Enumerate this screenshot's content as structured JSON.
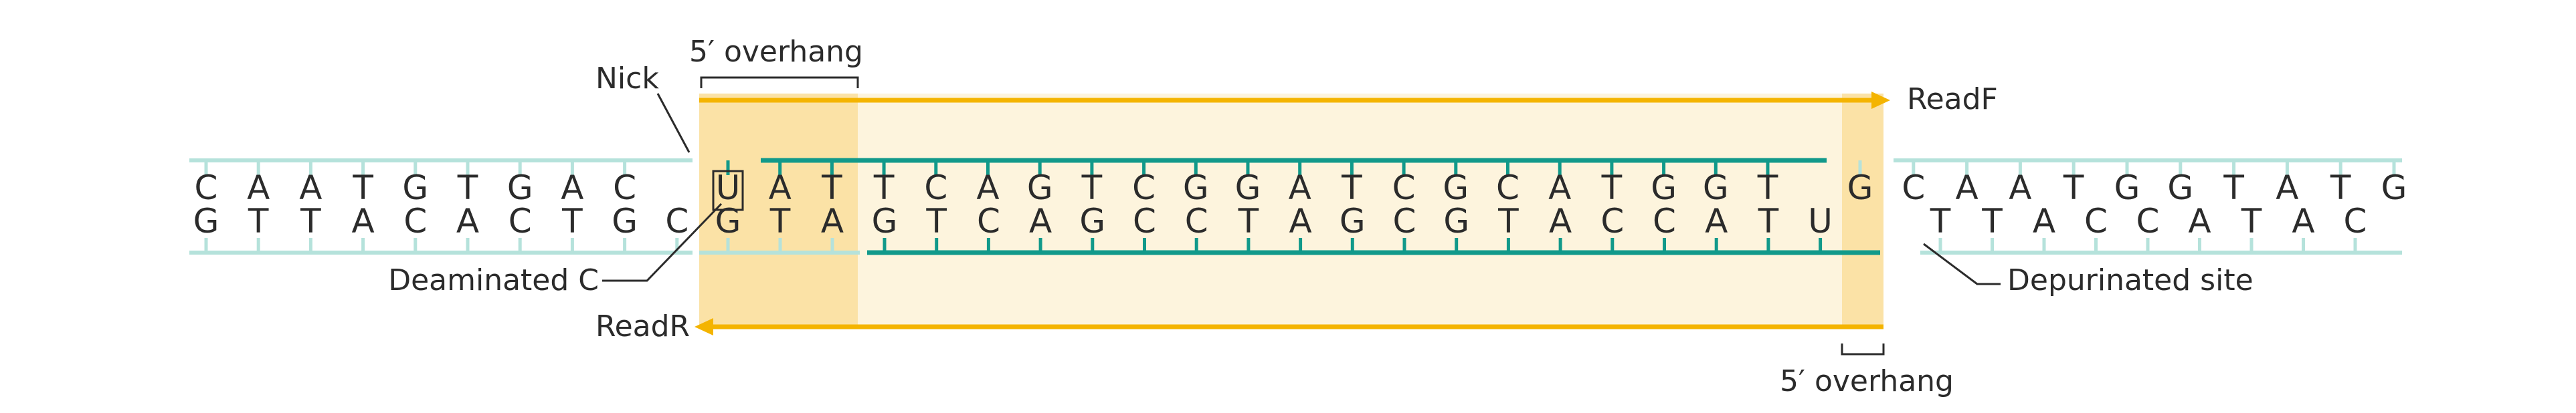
{
  "labels": {
    "nick": "Nick",
    "overhang_top": "5′ overhang",
    "overhang_bottom": "5′ overhang",
    "read_f": "ReadF",
    "read_r": "ReadR",
    "deaminated": "Deaminated C",
    "depurinated": "Depurinated site"
  },
  "sequence": {
    "top_left": [
      "C",
      "A",
      "A",
      "T",
      "G",
      "T",
      "G",
      "A",
      "C"
    ],
    "top_fragment": [
      "U",
      "A",
      "T",
      "T",
      "C",
      "A",
      "G",
      "T",
      "C",
      "G",
      "G",
      "A",
      "T",
      "C",
      "G",
      "C",
      "A",
      "T",
      "G",
      "G",
      "T"
    ],
    "top_right": [
      "G",
      "C",
      "A",
      "A",
      "T",
      "G",
      "G",
      "T",
      "A",
      "T",
      "G"
    ],
    "bottom_left": [
      "G",
      "T",
      "T",
      "A",
      "C",
      "A",
      "C",
      "T",
      "G",
      "C"
    ],
    "bottom_fragment_left": [
      "G",
      "T",
      "A"
    ],
    "bottom_fragment": [
      "G",
      "T",
      "C",
      "A",
      "G",
      "C",
      "C",
      "T",
      "A",
      "G",
      "C",
      "G",
      "T",
      "A",
      "C",
      "C",
      "A",
      "T",
      "U"
    ],
    "bottom_right": [
      "T",
      "T",
      "A",
      "C",
      "C",
      "A",
      "T",
      "A",
      "C"
    ]
  },
  "colors": {
    "read_arrow": "#f4b400",
    "overhang_shade": "#fbe2a6",
    "fragment_shade": "#fdf4dd",
    "dark_strand": "#11998a",
    "pale_strand": "#b5e2db"
  }
}
